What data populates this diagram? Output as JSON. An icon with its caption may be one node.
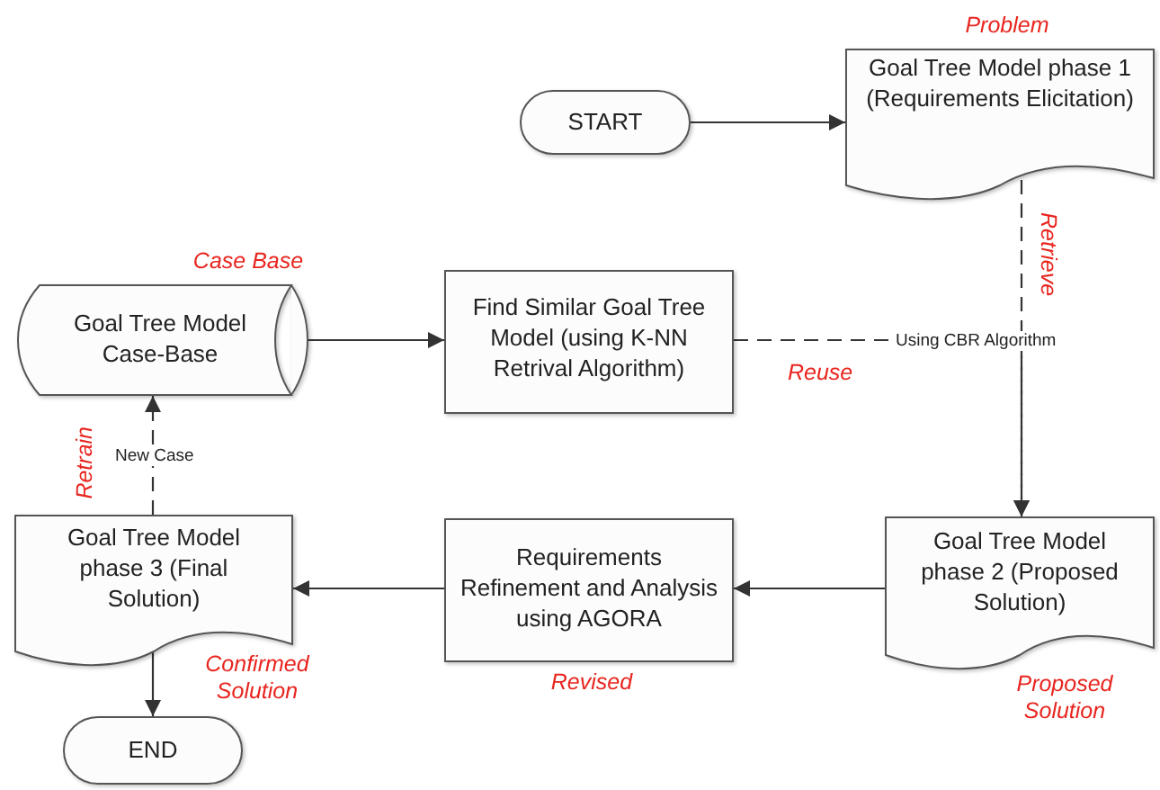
{
  "diagram": {
    "nodes": [
      {
        "text": [
          "START"
        ]
      },
      {
        "text": [
          "Goal Tree Model phase 1 (Requirements Elicitation)"
        ],
        "beside": [
          "Problem"
        ]
      },
      {
        "text": [
          "Goal Tree Model Case-Base"
        ],
        "beside": [
          "Case Base"
        ]
      },
      {
        "text": [
          "Find Similar Goal Tree Model (using K-NN Retrival Algorithm)"
        ]
      },
      {
        "text": [
          "Goal Tree Model phase 2 (Proposed Solution)"
        ],
        "beside": [
          "Proposed Solution"
        ]
      },
      {
        "text": [
          "Requirements Refinement and Analysis using AGORA"
        ],
        "beside": [
          "Revised"
        ]
      },
      {
        "text": [
          "Goal Tree Model phase 3 (Final Solution)"
        ],
        "beside": [
          "Confirmed Solution"
        ]
      },
      {
        "text": [
          "END"
        ]
      }
    ],
    "edges": [
      {
        "from": 0,
        "to": 1,
        "arrow": "to"
      },
      {
        "from": 1,
        "to": 4,
        "arrow": "to",
        "style": "dashed"
      },
      {
        "from": 2,
        "to": 3,
        "arrow": "to"
      },
      {
        "from": 3,
        "to": 4,
        "arrow": "to",
        "style": "dashed",
        "label": "Using CBR Algorithm"
      },
      {
        "from": 4,
        "to": 5,
        "arrow": "to"
      },
      {
        "from": 5,
        "to": 6,
        "arrow": "to"
      },
      {
        "from": 6,
        "to": 7,
        "arrow": "to"
      },
      {
        "from": 6,
        "to": 2,
        "arrow": "to",
        "style": "dashed",
        "label": "New Case"
      }
    ],
    "labels": [
      "Retrieve",
      "Reuse",
      "Retrain"
    ]
  }
}
